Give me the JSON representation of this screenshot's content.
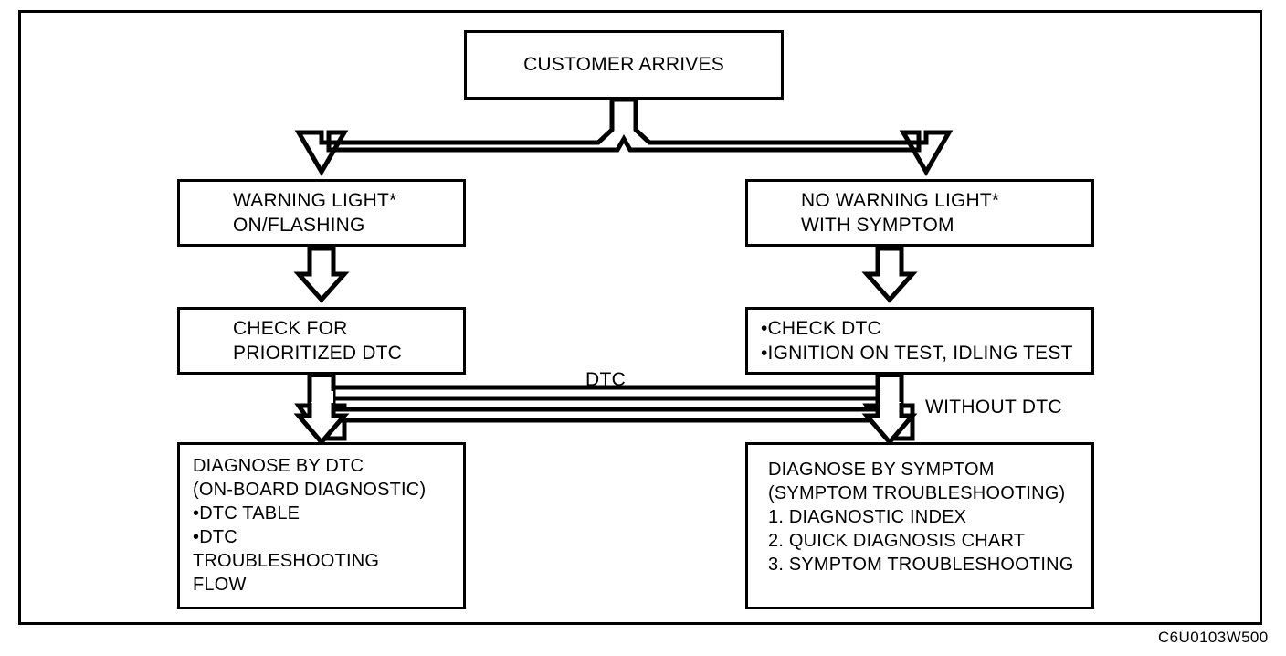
{
  "figure": {
    "caption": "C6U0103W500",
    "background": "#ffffff",
    "line_color": "#000000"
  },
  "nodes": {
    "customer_arrives": {
      "label": "CUSTOMER ARRIVES"
    },
    "warning_light": {
      "label": "WARNING LIGHT*\nON/FLASHING"
    },
    "no_warning_light": {
      "label": "NO WARNING LIGHT*\nWITH SYMPTOM"
    },
    "check_prioritized_dtc": {
      "label": "CHECK FOR\nPRIORITIZED DTC"
    },
    "check_dtc": {
      "label": "•CHECK DTC\n•IGNITION ON TEST, IDLING TEST"
    },
    "diagnose_by_dtc": {
      "label": "DIAGNOSE BY DTC\n(ON-BOARD DIAGNOSTIC)\n•DTC TABLE\n•DTC\n TROUBLESHOOTING\n FLOW"
    },
    "diagnose_by_symptom": {
      "label": "DIAGNOSE BY SYMPTOM\n(SYMPTOM TROUBLESHOOTING)\n1. DIAGNOSTIC INDEX\n2. QUICK DIAGNOSIS CHART\n3. SYMPTOM TROUBLESHOOTING"
    }
  },
  "edge_labels": {
    "dtc": "DTC",
    "without_dtc": "WITHOUT DTC"
  },
  "connectors": [
    {
      "name": "split-arrow-top",
      "from": "customer_arrives",
      "to": [
        "warning_light",
        "no_warning_light"
      ],
      "style": "block-split-arrow"
    },
    {
      "name": "arrow-warning-to-check",
      "from": "warning_light",
      "to": "check_prioritized_dtc",
      "style": "block-down-arrow"
    },
    {
      "name": "arrow-no-warning-to-check-dtc",
      "from": "no_warning_light",
      "to": "check_dtc",
      "style": "block-down-arrow"
    },
    {
      "name": "arrow-check-prioritized-to-diagnose-dtc",
      "from": "check_prioritized_dtc",
      "to": "diagnose_by_dtc",
      "style": "block-down-arrow"
    },
    {
      "name": "arrow-check-dtc-to-diagnose-symptom",
      "from": "check_dtc",
      "to": "diagnose_by_symptom",
      "style": "block-down-arrow"
    },
    {
      "name": "cross-link-dtc",
      "from": "check_dtc",
      "to": "diagnose_by_dtc",
      "label": "DTC",
      "style": "block-elbow-arrow"
    },
    {
      "name": "cross-link-without-dtc",
      "from": "check_prioritized_dtc",
      "to": "diagnose_by_symptom",
      "label": "WITHOUT DTC",
      "style": "block-elbow-arrow"
    }
  ]
}
